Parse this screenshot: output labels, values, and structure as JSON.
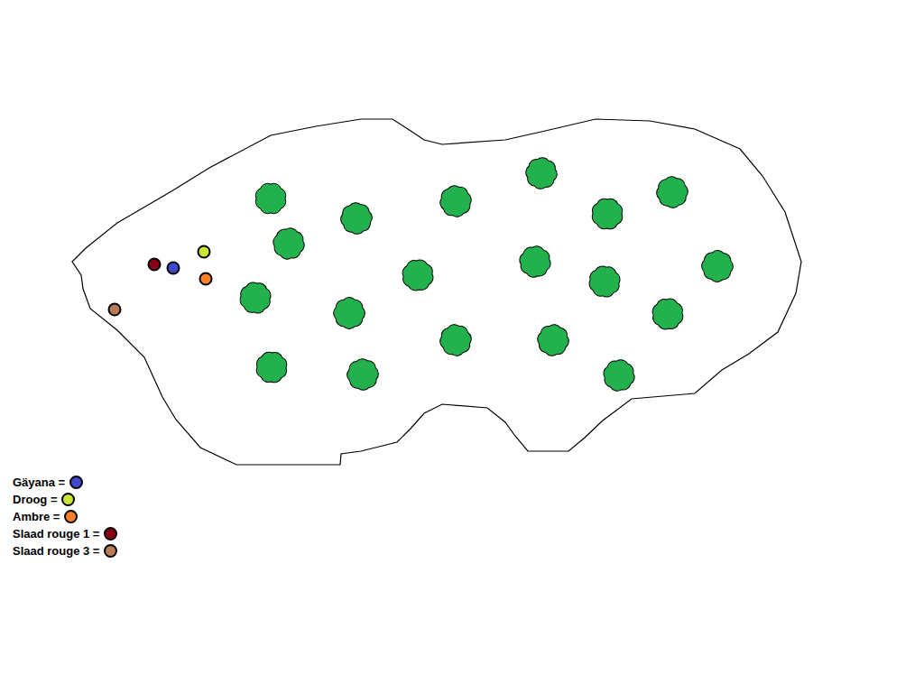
{
  "diagram": {
    "legend": [
      {
        "text": "Gäyana =",
        "color": "#3f48cc"
      },
      {
        "text": "Droog =",
        "color": "#c8e632"
      },
      {
        "text": "Ambre =",
        "color": "#ff7f27"
      },
      {
        "text": "Slaad rouge 1 =",
        "color": "#880015"
      },
      {
        "text": "Slaad rouge 3 =",
        "color": "#b97a57"
      }
    ]
  }
}
